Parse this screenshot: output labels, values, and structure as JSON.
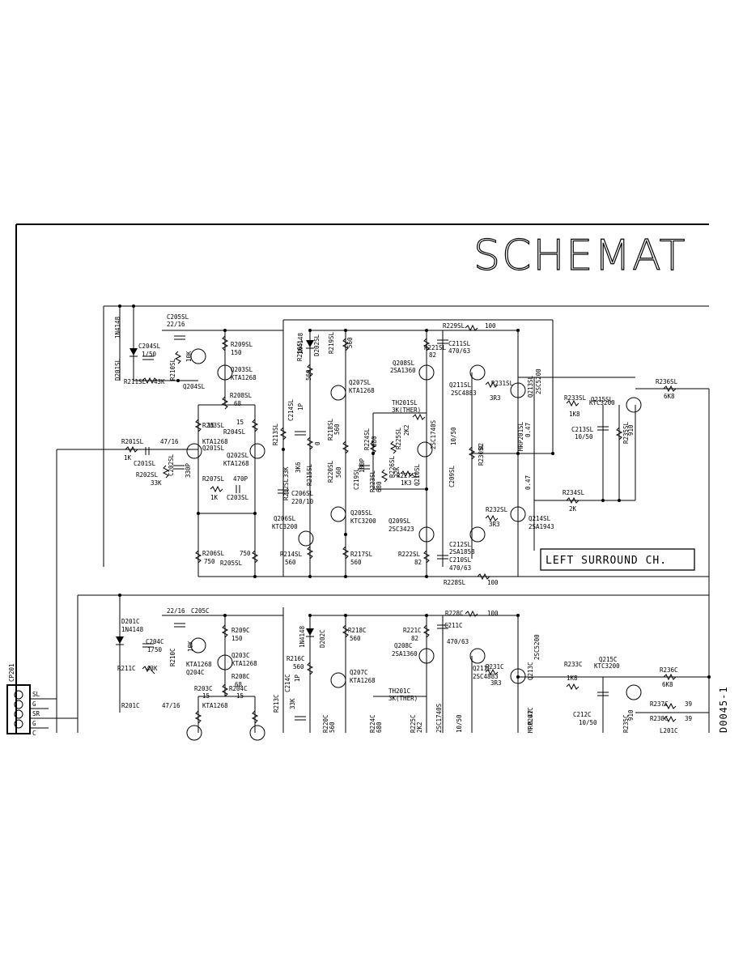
{
  "title": "SCHEMAT",
  "channel_box_label": "LEFT SURROUND CH.",
  "side_code": "D0045-1",
  "connector": {
    "name": "CP201",
    "pins": [
      "SL",
      "G",
      "SR",
      "G",
      "C"
    ]
  },
  "labels_upper": [
    "1N4148",
    "D201SL",
    "C204SL",
    "1/50",
    "C205SL",
    "22/16",
    "R209SL",
    "150",
    "R210SL",
    "10K",
    "Q203SL",
    "KTA1268",
    "Q204SL",
    "R211SL",
    "43K",
    "R208SL",
    "68",
    "R203SL",
    "15",
    "R204SL",
    "15",
    "KTA1268",
    "Q201SL",
    "Q202SL",
    "KTA1268",
    "R201SL",
    "47/16",
    "1K",
    "C201SL",
    "R202SL",
    "33K",
    "C202SL",
    "330P",
    "R207SL",
    "470P",
    "1K",
    "C203SL",
    "R206SL",
    "750",
    "750",
    "R205SL",
    "R213SL",
    "33K",
    "C214SL",
    "1P",
    "R212SL",
    "3K6",
    "C206SL",
    "220/10",
    "R215SL",
    "0",
    "R216SL",
    "560",
    "1N4148",
    "D202SL",
    "R218SL",
    "560",
    "R219SL",
    "560",
    "Q207SL",
    "KTA1268",
    "R220SL",
    "560",
    "C219SL",
    "180P",
    "R223SL",
    "680",
    "R224SL",
    "680",
    "TH201SL",
    "3K(THER)",
    "R225SL",
    "2K2",
    "R226SL",
    "22K",
    "R227SL",
    "1K3",
    "2SC1740S",
    "Q210SL",
    "R221SL",
    "82",
    "Q208SL",
    "2SA1360",
    "C211SL",
    "470/63",
    "R229SL",
    "100",
    "Q206SL",
    "KTC3200",
    "Q205SL",
    "KTC3200",
    "Q209SL",
    "2SC3423",
    "R214SL",
    "560",
    "R217SL",
    "560",
    "R222SL",
    "82",
    "C209SL",
    "10/50",
    "R230SL",
    "82",
    "C212SL",
    "2SA1858",
    "C210SL",
    "470/63",
    "R228SL",
    "100",
    "Q211SL",
    "2SC4883",
    "R231SL",
    "3R3",
    "Q213SL",
    "2SC5200",
    "MRP201SL",
    "0.47",
    "0.47",
    "R232SL",
    "3R3",
    "Q214SL",
    "2SA1943",
    "R234SL",
    "2K",
    "R233SL",
    "1K8",
    "Q215SL",
    "KTC3200",
    "C213SL",
    "10/50",
    "R235SL",
    "910",
    "R236SL",
    "6K8"
  ],
  "labels_lower": [
    "D201C",
    "1N4148",
    "C204C",
    "1/50",
    "22/16",
    "C205C",
    "R209C",
    "150",
    "R210C",
    "10K",
    "Q203C",
    "KTA1268",
    "R211C",
    "43K",
    "Q204C",
    "KTA1268",
    "R208C",
    "68",
    "R203C",
    "15",
    "R204C",
    "15",
    "KTA1268",
    "R201C",
    "47/16",
    "R213C",
    "33K",
    "C214C",
    "1P",
    "R216C",
    "560",
    "1N4148",
    "D202C",
    "R218C",
    "560",
    "Q207C",
    "KTA1268",
    "R220C",
    "560",
    "TH201C",
    "3K(THER)",
    "R224C",
    "680",
    "R225C",
    "2K2",
    "2SC1740S",
    "R228C",
    "100",
    "R221C",
    "82",
    "C211C",
    "470/63",
    "Q208C",
    "2SA1360",
    "Q211C",
    "2SC4883",
    "R231C",
    "3R3",
    "Q213C",
    "2SC5200",
    "MRP201C",
    "0.47",
    "10/50",
    "R233C",
    "1K8",
    "Q215C",
    "KTC3200",
    "C212C",
    "10/50",
    "R235C",
    "910",
    "R236C",
    "6K8",
    "R237C",
    "39",
    "R238C",
    "39",
    "L201C"
  ]
}
